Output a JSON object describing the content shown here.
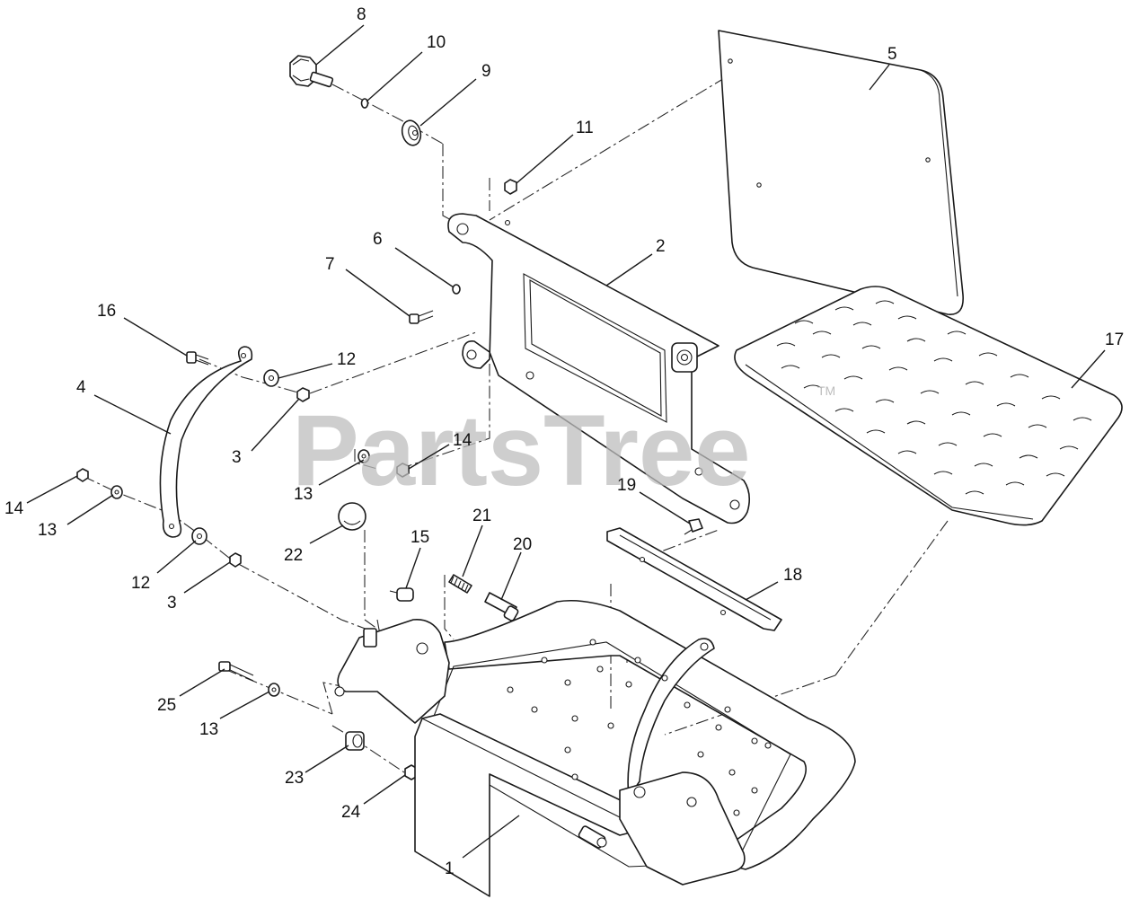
{
  "watermark": {
    "text": "PartsTree",
    "trademark": "TM"
  },
  "callouts": {
    "c8": "8",
    "c10": "10",
    "c9": "9",
    "c11": "11",
    "c5": "5",
    "c2": "2",
    "c6": "6",
    "c7": "7",
    "c16": "16",
    "c12a": "12",
    "c4": "4",
    "c3a": "3",
    "c13a": "13",
    "c14a": "14",
    "c17": "17",
    "c14b": "14",
    "c13b": "13",
    "c22": "22",
    "c15": "15",
    "c21": "21",
    "c20": "20",
    "c19": "19",
    "c12b": "12",
    "c3b": "3",
    "c18": "18",
    "c25": "25",
    "c13c": "13",
    "c23": "23",
    "c24": "24",
    "c1": "1"
  }
}
